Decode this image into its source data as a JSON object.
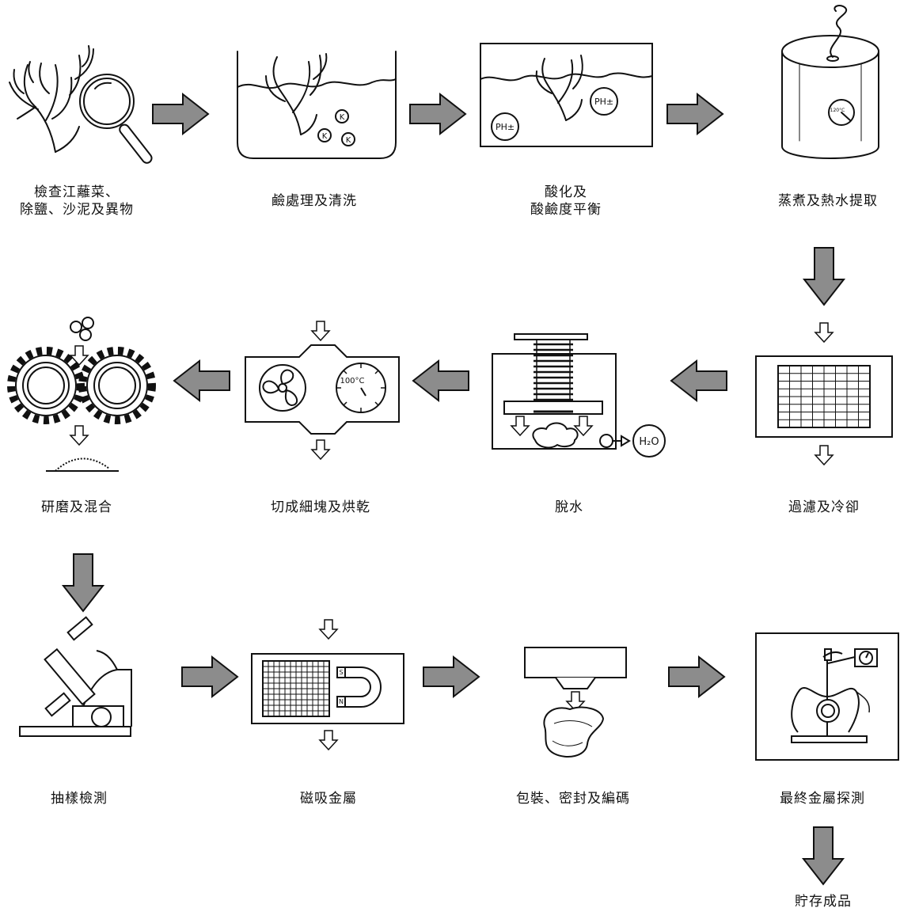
{
  "steps": [
    {
      "id": "inspect",
      "lines": [
        "檢查江蘺菜、",
        "除鹽、沙泥及異物"
      ]
    },
    {
      "id": "alkali",
      "lines": [
        "鹼處理及清洗"
      ]
    },
    {
      "id": "acidify",
      "lines": [
        "酸化及",
        "酸鹼度平衡"
      ]
    },
    {
      "id": "steam",
      "lines": [
        "蒸煮及熱水提取"
      ]
    },
    {
      "id": "filter",
      "lines": [
        "過濾及冷卻"
      ]
    },
    {
      "id": "dewater",
      "lines": [
        "脫水"
      ]
    },
    {
      "id": "cutdry",
      "lines": [
        "切成細塊及烘乾"
      ]
    },
    {
      "id": "grind",
      "lines": [
        "研磨及混合"
      ]
    },
    {
      "id": "sample",
      "lines": [
        "抽樣檢測"
      ]
    },
    {
      "id": "magnet",
      "lines": [
        "磁吸金屬"
      ]
    },
    {
      "id": "pack",
      "lines": [
        "包裝、密封及編碼"
      ]
    },
    {
      "id": "detect",
      "lines": [
        "最終金屬探測"
      ]
    },
    {
      "id": "store",
      "lines": [
        "貯存成品"
      ]
    }
  ],
  "icon_text": {
    "ph": "PH±",
    "k": "K",
    "oven_temp": "100°C",
    "steamer_temp": "120°C",
    "water": "H₂O",
    "magnet_s": "S",
    "magnet_n": "N"
  },
  "colors": {
    "arrow_fill": "#8c8c8c",
    "line": "#111111"
  }
}
